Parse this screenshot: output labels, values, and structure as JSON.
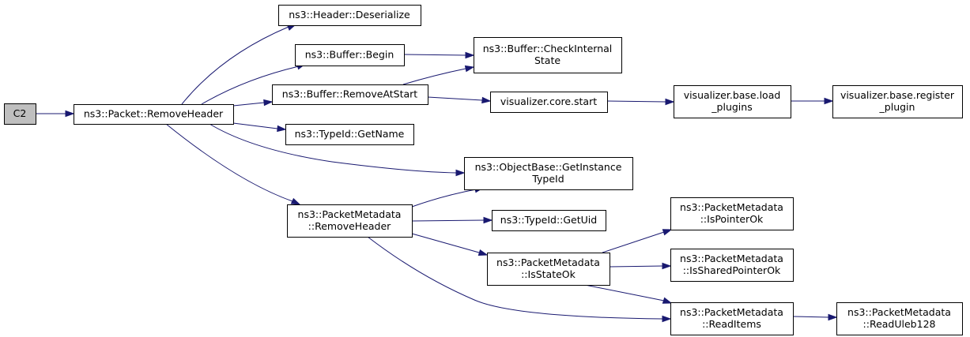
{
  "diagram": {
    "nodes": [
      {
        "id": "c2",
        "lines": [
          "C2"
        ],
        "root": true
      },
      {
        "id": "packet-removeheader",
        "lines": [
          "ns3::Packet::RemoveHeader"
        ]
      },
      {
        "id": "header-deserialize",
        "lines": [
          "ns3::Header::Deserialize"
        ]
      },
      {
        "id": "buffer-begin",
        "lines": [
          "ns3::Buffer::Begin"
        ]
      },
      {
        "id": "buffer-checkinternalstate",
        "lines": [
          "ns3::Buffer::CheckInternal",
          "State"
        ]
      },
      {
        "id": "buffer-removeatstart",
        "lines": [
          "ns3::Buffer::RemoveAtStart"
        ]
      },
      {
        "id": "visualizer-core-start",
        "lines": [
          "visualizer.core.start"
        ]
      },
      {
        "id": "visualizer-base-load-plugins",
        "lines": [
          "visualizer.base.load",
          "_plugins"
        ]
      },
      {
        "id": "visualizer-base-register-plugin",
        "lines": [
          "visualizer.base.register",
          "_plugin"
        ]
      },
      {
        "id": "typeid-getname",
        "lines": [
          "ns3::TypeId::GetName"
        ]
      },
      {
        "id": "objectbase-getinstancetypeid",
        "lines": [
          "ns3::ObjectBase::GetInstance",
          "TypeId"
        ]
      },
      {
        "id": "packetmetadata-removeheader",
        "lines": [
          "ns3::PacketMetadata",
          "::RemoveHeader"
        ]
      },
      {
        "id": "typeid-getuid",
        "lines": [
          "ns3::TypeId::GetUid"
        ]
      },
      {
        "id": "packetmetadata-ispointerok",
        "lines": [
          "ns3::PacketMetadata",
          "::IsPointerOk"
        ]
      },
      {
        "id": "packetmetadata-isstateok",
        "lines": [
          "ns3::PacketMetadata",
          "::IsStateOk"
        ]
      },
      {
        "id": "packetmetadata-issharedpointerok",
        "lines": [
          "ns3::PacketMetadata",
          "::IsSharedPointerOk"
        ]
      },
      {
        "id": "packetmetadata-readitems",
        "lines": [
          "ns3::PacketMetadata",
          "::ReadItems"
        ]
      },
      {
        "id": "packetmetadata-readuleb128",
        "lines": [
          "ns3::PacketMetadata",
          "::ReadUleb128"
        ]
      }
    ],
    "edges": [
      {
        "from": "c2",
        "to": "packet-removeheader"
      },
      {
        "from": "packet-removeheader",
        "to": "header-deserialize"
      },
      {
        "from": "packet-removeheader",
        "to": "buffer-begin"
      },
      {
        "from": "packet-removeheader",
        "to": "buffer-removeatstart"
      },
      {
        "from": "packet-removeheader",
        "to": "typeid-getname"
      },
      {
        "from": "packet-removeheader",
        "to": "objectbase-getinstancetypeid"
      },
      {
        "from": "packet-removeheader",
        "to": "packetmetadata-removeheader"
      },
      {
        "from": "buffer-begin",
        "to": "buffer-checkinternalstate"
      },
      {
        "from": "buffer-removeatstart",
        "to": "buffer-checkinternalstate"
      },
      {
        "from": "buffer-removeatstart",
        "to": "visualizer-core-start"
      },
      {
        "from": "visualizer-core-start",
        "to": "visualizer-base-load-plugins"
      },
      {
        "from": "visualizer-base-load-plugins",
        "to": "visualizer-base-register-plugin"
      },
      {
        "from": "packetmetadata-removeheader",
        "to": "objectbase-getinstancetypeid"
      },
      {
        "from": "packetmetadata-removeheader",
        "to": "typeid-getuid"
      },
      {
        "from": "packetmetadata-removeheader",
        "to": "packetmetadata-isstateok"
      },
      {
        "from": "packetmetadata-removeheader",
        "to": "packetmetadata-readitems"
      },
      {
        "from": "packetmetadata-isstateok",
        "to": "packetmetadata-ispointerok"
      },
      {
        "from": "packetmetadata-isstateok",
        "to": "packetmetadata-issharedpointerok"
      },
      {
        "from": "packetmetadata-isstateok",
        "to": "packetmetadata-readitems"
      },
      {
        "from": "packetmetadata-readitems",
        "to": "packetmetadata-readuleb128"
      }
    ],
    "colors": {
      "edge": "#191970",
      "node_border": "#000000",
      "root_fill": "#bfbfbf",
      "node_fill": "#ffffff"
    }
  }
}
